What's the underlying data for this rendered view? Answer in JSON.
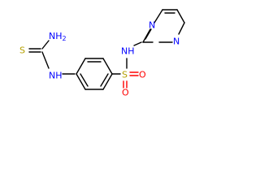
{
  "structure": {
    "atoms": {
      "thio_s": "S",
      "thio_nh2": "NH",
      "thio_nh2_sub": "2",
      "amide_nh": "NH",
      "sulfonyl_s": "S",
      "sulfonyl_o_right": "O",
      "sulfonyl_o_bottom": "O",
      "sulfonamide_nh": "NH",
      "pyrimidine_n_top": "N",
      "pyrimidine_n_bottom": "N"
    }
  },
  "colors": {
    "carbon_bond": "#000000",
    "nitrogen": "#0000ff",
    "sulfur": "#b5a000",
    "oxygen": "#ff0000"
  }
}
